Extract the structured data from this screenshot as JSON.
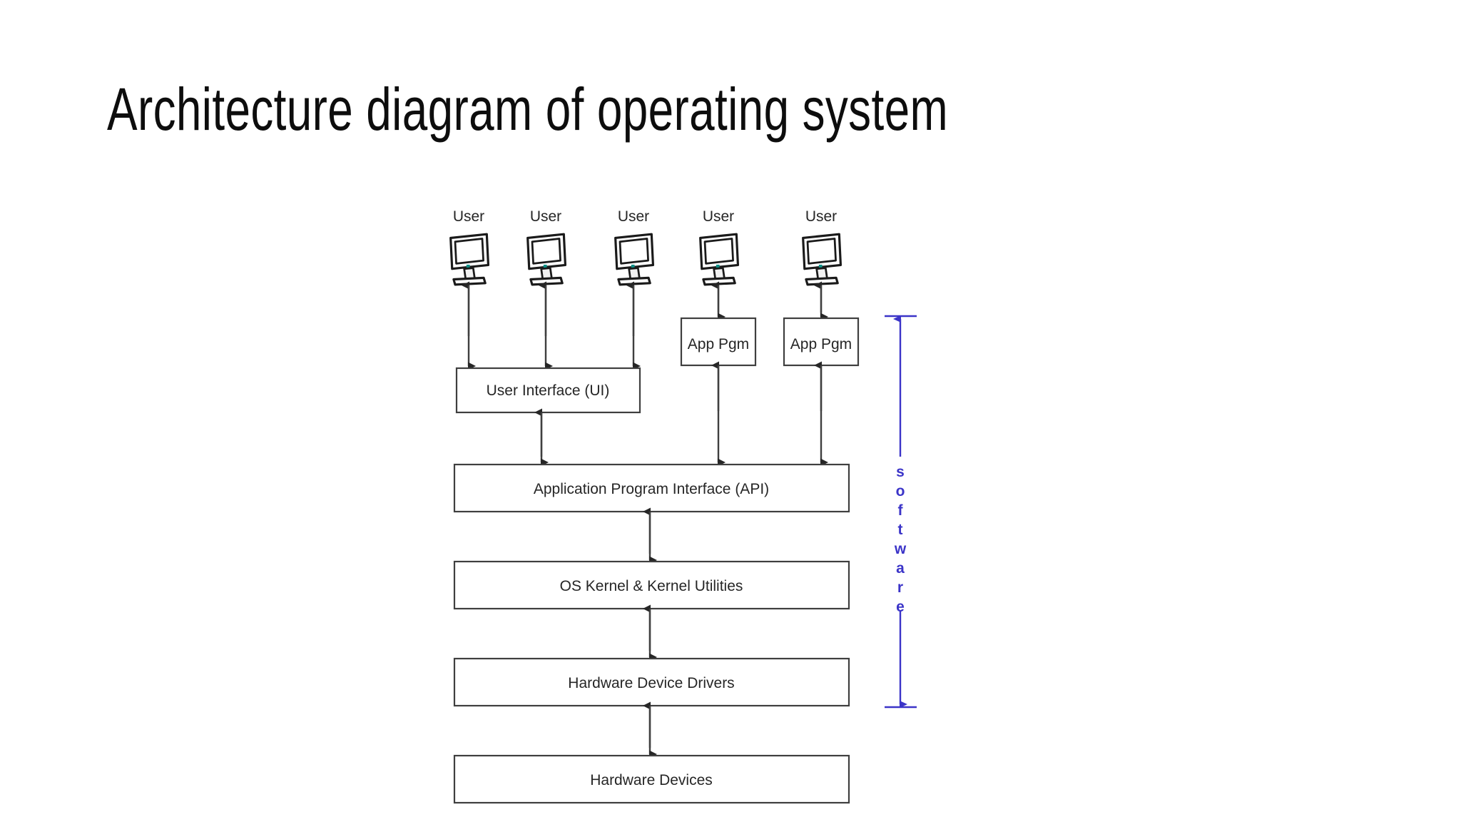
{
  "slide": {
    "title": "Architecture diagram of operating system",
    "background_color": "#ffffff",
    "title_color": "#0d0d0d"
  },
  "diagram": {
    "type": "layered-architecture",
    "line_color": "#3f3f3f",
    "box_fill": "#ffffff",
    "box_stroke": "#3f3f3f",
    "accent_color": "#3b34c8",
    "users": [
      {
        "label": "User",
        "connects_to": "User Interface (UI)"
      },
      {
        "label": "User",
        "connects_to": "User Interface (UI)"
      },
      {
        "label": "User",
        "connects_to": "User Interface (UI)"
      },
      {
        "label": "User",
        "connects_to": "App Pgm"
      },
      {
        "label": "User",
        "connects_to": "App Pgm"
      }
    ],
    "app_programs": [
      {
        "label": "App Pgm"
      },
      {
        "label": "App Pgm"
      }
    ],
    "layers": [
      {
        "label": "User Interface (UI)",
        "width": "narrow"
      },
      {
        "label": "Application Program Interface (API)",
        "width": "wide"
      },
      {
        "label": "OS Kernel & Kernel Utilities",
        "width": "wide"
      },
      {
        "label": "Hardware Device Drivers",
        "width": "wide"
      },
      {
        "label": "Hardware Devices",
        "width": "wide"
      }
    ],
    "bracket": {
      "label": "software",
      "letters": [
        "s",
        "o",
        "f",
        "t",
        "w",
        "a",
        "r",
        "e"
      ],
      "orientation": "vertical",
      "spans_from": "App Pgm",
      "spans_to": "Hardware Device Drivers"
    },
    "monitor_icon": {
      "name": "monitor-icon",
      "led_color": "#0c8f86",
      "bezel_color": "#ffffff",
      "outline_color": "#1a1a1a"
    }
  }
}
